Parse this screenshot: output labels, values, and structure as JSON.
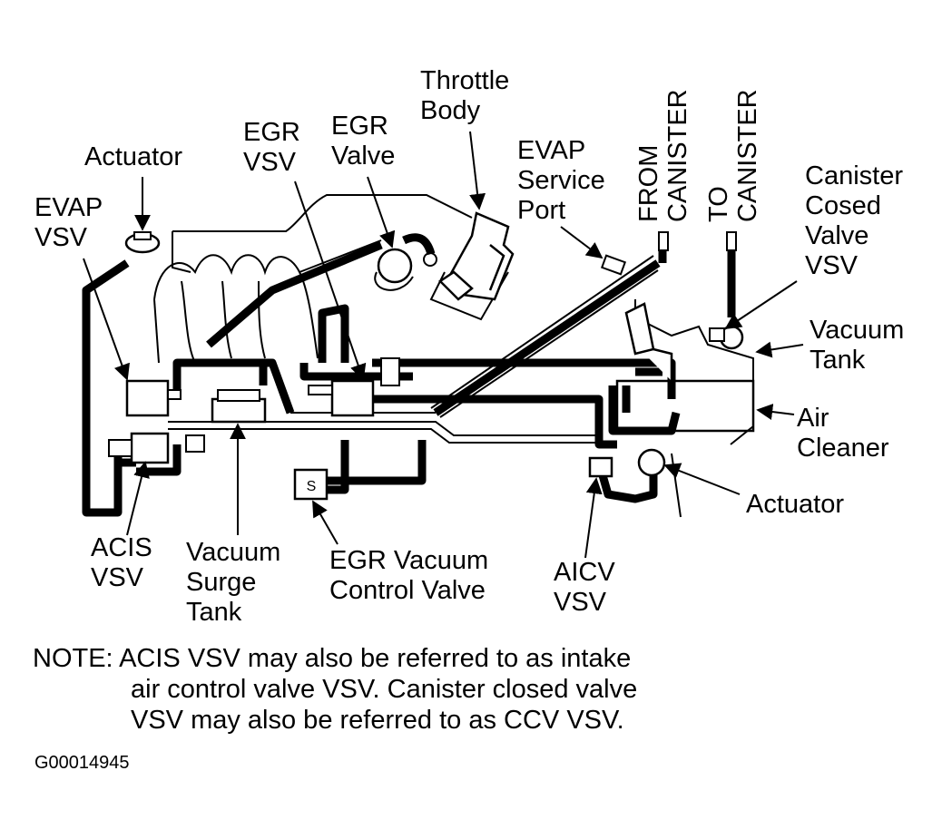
{
  "labels": {
    "throttle_body": [
      "Throttle",
      "Body"
    ],
    "egr_vsv": [
      "EGR",
      "VSV"
    ],
    "egr_valve": [
      "EGR",
      "Valve"
    ],
    "actuator_top": [
      "Actuator"
    ],
    "evap_vsv": [
      "EVAP",
      "VSV"
    ],
    "evap_service_port": [
      "EVAP",
      "Service",
      "Port"
    ],
    "from_canister": [
      "FROM",
      "CANISTER"
    ],
    "to_canister": [
      "TO",
      "CANISTER"
    ],
    "canister_closed_valve_vsv": [
      "Canister",
      "Cosed",
      "Valve",
      "VSV"
    ],
    "vacuum_tank": [
      "Vacuum",
      "Tank"
    ],
    "air_cleaner": [
      "Air",
      "Cleaner"
    ],
    "actuator_right": [
      "Actuator"
    ],
    "acis_vsv": [
      "ACIS",
      "VSV"
    ],
    "vacuum_surge_tank": [
      "Vacuum",
      "Surge",
      "Tank"
    ],
    "egr_vacuum_control_valve": [
      "EGR Vacuum",
      "Control Valve"
    ],
    "aicv_vsv": [
      "AICV",
      "VSV"
    ],
    "s_mark": "S"
  },
  "note": {
    "prefix": "NOTE:",
    "lines": [
      "ACIS VSV may also be referred to as intake",
      "air control valve VSV. Canister closed valve",
      "VSV may also be referred to as CCV VSV."
    ]
  },
  "figure_id": "G00014945"
}
